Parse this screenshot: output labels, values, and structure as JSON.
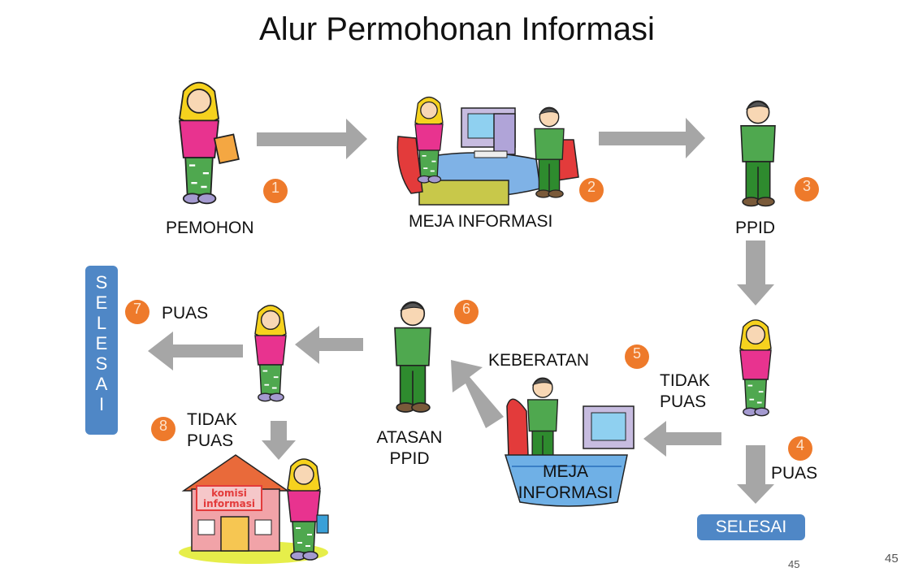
{
  "title": "Alur Permohonan Informasi",
  "nodes": {
    "pemohon": "PEMOHON",
    "meja_informasi_top": "MEJA INFORMASI",
    "ppid": "PPID",
    "puas_4": "PUAS",
    "tidak_puas_5": [
      "TIDAK",
      "PUAS"
    ],
    "keberatan": "KEBERATAN",
    "meja_informasi_bottom": [
      "MEJA",
      "INFORMASI"
    ],
    "atasan_ppid": [
      "ATASAN",
      "PPID"
    ],
    "puas_7": "PUAS",
    "tidak_puas_8": [
      "TIDAK",
      "PUAS"
    ],
    "komisi_sign": [
      "komisi",
      "informasi"
    ]
  },
  "steps": [
    "1",
    "2",
    "3",
    "4",
    "5",
    "6",
    "7",
    "8"
  ],
  "selesai_vertical": [
    "S",
    "E",
    "L",
    "E",
    "S",
    "A",
    "I"
  ],
  "selesai_horizontal": "SELESAI",
  "page_numbers": [
    "45",
    "45"
  ],
  "colors": {
    "arrow": "#a6a6a6",
    "badge": "#ee7a2b",
    "selesai": "#4f87c6",
    "shirt_pink": "#e8338f",
    "hijab_yellow": "#f6d21e",
    "uniform_green": "#4fa84f"
  }
}
